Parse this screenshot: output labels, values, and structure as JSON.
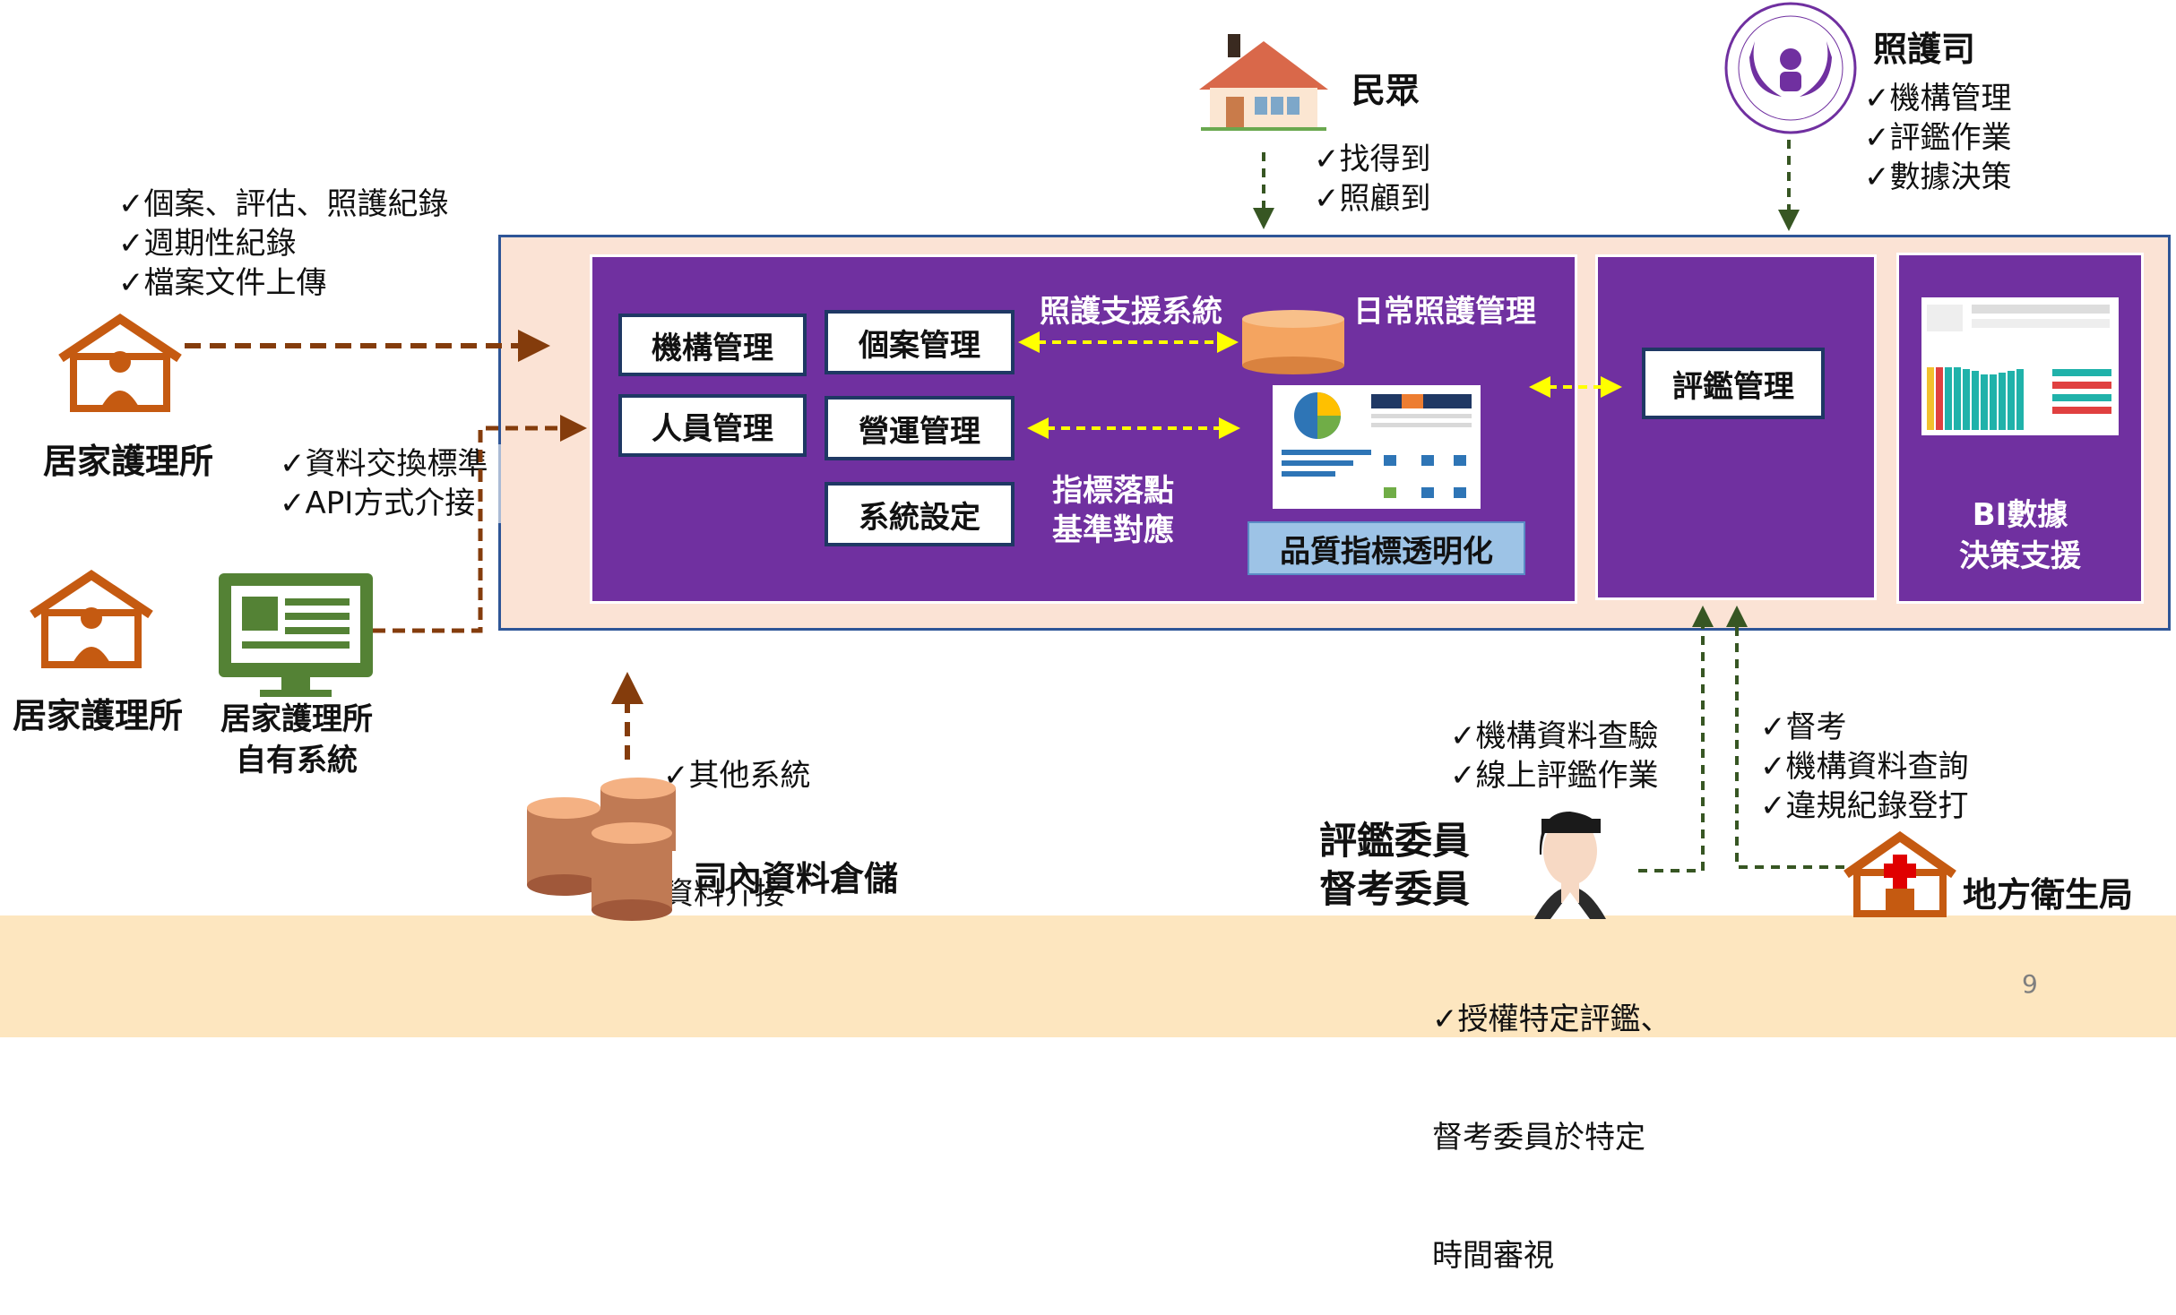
{
  "nodes": {
    "public": "民眾",
    "department": "照護司",
    "home_nursing_1": "居家護理所",
    "home_nursing_2": "居家護理所",
    "home_nursing_own_system": [
      "居家護理所",
      "自有系統"
    ],
    "data_warehouse": "司內資料倉儲",
    "evaluators": [
      "評鑑委員",
      "督考委員"
    ],
    "local_health_bureau": "地方衛生局"
  },
  "modules": {
    "org_mgmt": "機構管理",
    "case_mgmt": "個案管理",
    "staff_mgmt": "人員管理",
    "ops_mgmt": "營運管理",
    "sys_settings": "系統設定",
    "eval_mgmt": "評鑑管理"
  },
  "labels": {
    "care_support_system": "照護支援系統",
    "daily_care_mgmt": "日常照護管理",
    "indicator_mapping": [
      "指標落點",
      "基準對應"
    ],
    "quality_transparency": "品質指標透明化",
    "bi_support": [
      "BI數據",
      "決策支援"
    ]
  },
  "checklists": {
    "public": [
      "✓找得到",
      "✓照顧到"
    ],
    "department": [
      "✓機構管理",
      "✓評鑑作業",
      "✓數據決策"
    ],
    "home_nursing_records": [
      "✓個案、評估、照護紀錄",
      "✓週期性紀錄",
      "✓檔案文件上傳"
    ],
    "data_exchange": [
      "✓資料交換標準",
      "✓API方式介接"
    ],
    "other_systems": [
      "✓其他系統",
      "  資料介接"
    ],
    "evaluators": [
      "✓機構資料查驗",
      "✓線上評鑑作業"
    ],
    "local_bureau": [
      "✓督考",
      "✓機構資料查詢",
      "✓違規紀錄登打"
    ],
    "authorization": [
      "✓授權特定評鑑、",
      "  督考委員於特定",
      "  時間審視"
    ]
  },
  "page_number": "9",
  "colors": {
    "purple": "#7030a0",
    "outer_fill": "#fbe3d5",
    "outer_border": "#2e5597",
    "arrow_brown": "#843c0c",
    "arrow_green": "#375623",
    "arrow_yellow": "#ffff00",
    "house_orange": "#c55a11",
    "monitor_green": "#548235",
    "band": "#fde6bf"
  }
}
